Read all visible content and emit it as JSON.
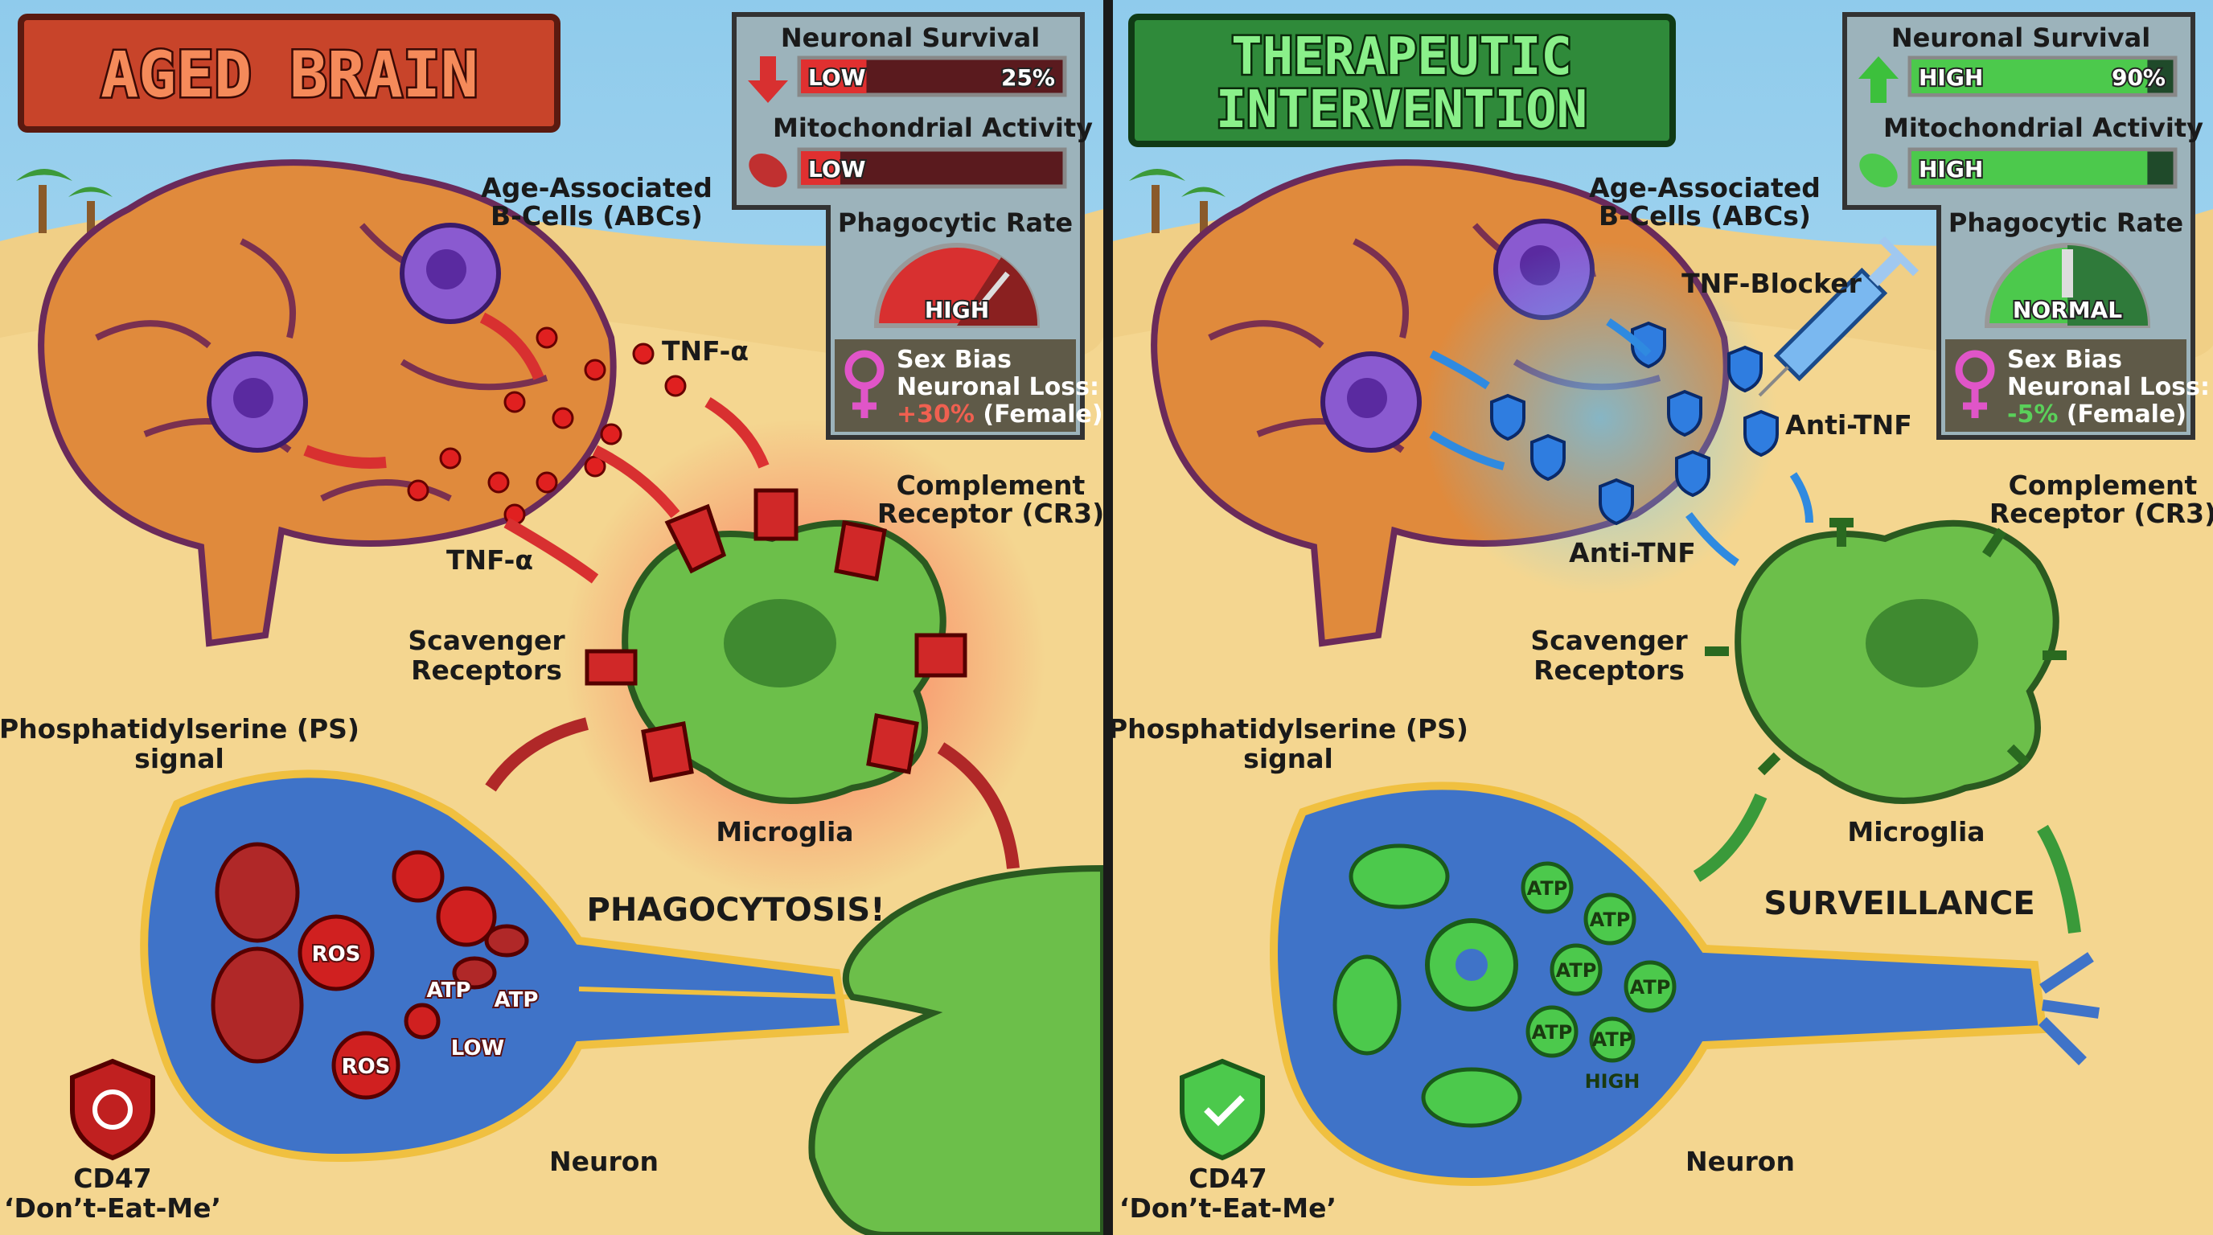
{
  "colors": {
    "sky": "#a9d8ee",
    "sand": "#f0cf86",
    "brain": "#e08a3c",
    "microglia": "#6cbf4a",
    "neuron": "#3f73c8",
    "danger": "#d32a2a",
    "good": "#4cc94c",
    "shield": "#2f7de0",
    "female": "#e055c8"
  },
  "left": {
    "title": "AGED BRAIN",
    "hud": {
      "survival_label": "Neuronal Survival",
      "survival_status": "LOW",
      "survival_value": "25%",
      "survival_fraction": 0.25,
      "survival_icon": "arrow-down-icon",
      "mito_label": "Mitochondrial Activity",
      "mito_status": "LOW",
      "mito_fraction": 0.15,
      "mito_icon": "mitochondria-icon",
      "phago_label": "Phagocytic Rate",
      "phago_status": "HIGH",
      "sex_title": "Sex Bias",
      "sex_line": "Neuronal Loss:",
      "sex_value": "+30%",
      "sex_suffix": "(Female)"
    },
    "labels": {
      "abc1": "Age-Associated",
      "abc2": "B-Cells (ABCs)",
      "tnf1": "TNF-α",
      "tnf2": "TNF-α",
      "cr1": "Complement",
      "cr2": "Receptor (CR3)",
      "sr1": "Scavenger",
      "sr2": "Receptors",
      "ps1": "Phosphatidylserine (PS)",
      "ps2": "signal",
      "microglia": "Microglia",
      "action": "PHAGOCYTOSIS!",
      "neuron": "Neuron",
      "cd1": "CD47",
      "cd2": "‘Don’t-Eat-Me’",
      "ros1": "ROS",
      "ros2": "ROS",
      "atp1": "ATP",
      "atp2": "ATP",
      "low": "LOW"
    }
  },
  "right": {
    "title1": "THERAPEUTIC",
    "title2": "INTERVENTION",
    "hud": {
      "survival_label": "Neuronal Survival",
      "survival_status": "HIGH",
      "survival_value": "90%",
      "survival_fraction": 0.9,
      "survival_icon": "arrow-up-icon",
      "mito_label": "Mitochondrial Activity",
      "mito_status": "HIGH",
      "mito_fraction": 0.9,
      "mito_icon": "mitochondria-icon",
      "phago_label": "Phagocytic Rate",
      "phago_status": "NORMAL",
      "sex_title": "Sex Bias",
      "sex_line": "Neuronal Loss:",
      "sex_value": "-5%",
      "sex_suffix": "(Female)"
    },
    "labels": {
      "abc1": "Age-Associated",
      "abc2": "B-Cells (ABCs)",
      "blocker": "TNF-Blocker",
      "anti1": "Anti-TNF",
      "anti2": "Anti-TNF",
      "cr1": "Complement",
      "cr2": "Receptor (CR3)",
      "sr1": "Scavenger",
      "sr2": "Receptors",
      "ps1": "Phosphatidylserine (PS)",
      "ps2": "signal",
      "microglia": "Microglia",
      "action": "SURVEILLANCE",
      "neuron": "Neuron",
      "cd1": "CD47",
      "cd2": "‘Don’t-Eat-Me’",
      "atp": [
        "ATP",
        "ATP",
        "ATP",
        "ATP",
        "ATP",
        "ATP"
      ],
      "high": "HIGH"
    }
  }
}
